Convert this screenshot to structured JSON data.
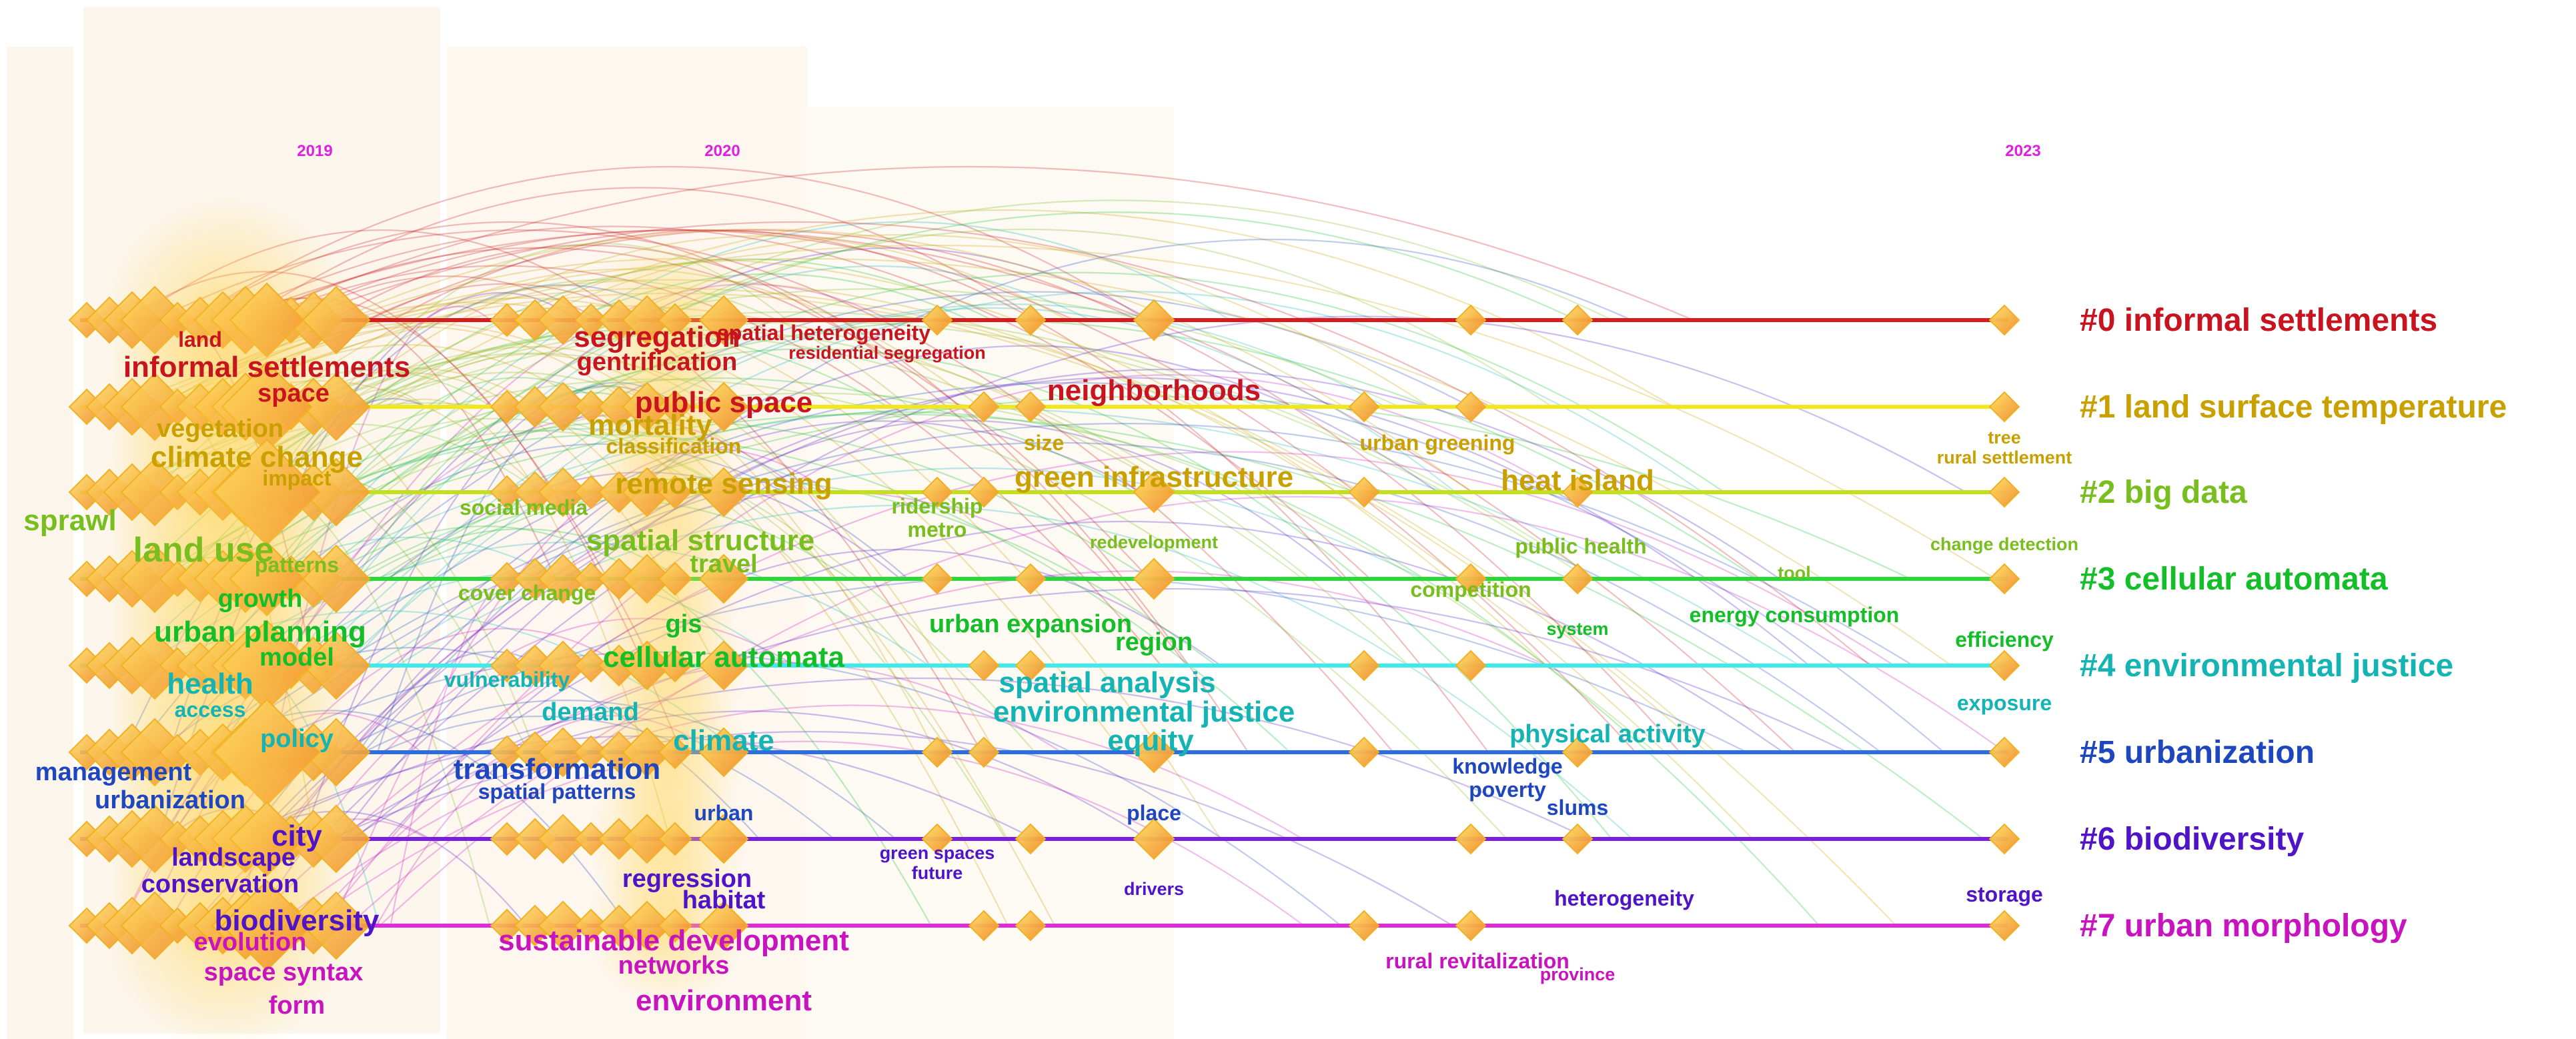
{
  "years": [
    "2019",
    "2020",
    "2023"
  ],
  "clusters": [
    {
      "id": "#0",
      "label": "informal settlements",
      "color": "#c8141e"
    },
    {
      "id": "#1",
      "label": "land surface temperature",
      "color": "#c8a000"
    },
    {
      "id": "#2",
      "label": "big data",
      "color": "#78be1e"
    },
    {
      "id": "#3",
      "label": "cellular automata",
      "color": "#14be28"
    },
    {
      "id": "#4",
      "label": "environmental justice",
      "color": "#14b4b4"
    },
    {
      "id": "#5",
      "label": "urbanization",
      "color": "#1e46be"
    },
    {
      "id": "#6",
      "label": "biodiversity",
      "color": "#5014c8"
    },
    {
      "id": "#7",
      "label": "urban morphology",
      "color": "#c814be"
    }
  ],
  "keywords": [
    {
      "text": "land",
      "color": "#c8141e",
      "size": "sm"
    },
    {
      "text": "informal settlements",
      "color": "#c8141e",
      "size": "lg"
    },
    {
      "text": "space",
      "color": "#c8141e",
      "size": "md"
    },
    {
      "text": "vegetation",
      "color": "#c8a000",
      "size": "md"
    },
    {
      "text": "climate change",
      "color": "#c8a000",
      "size": "lg"
    },
    {
      "text": "impact",
      "color": "#c8a000",
      "size": "sm"
    },
    {
      "text": "sprawl",
      "color": "#78be1e",
      "size": "lg"
    },
    {
      "text": "land use",
      "color": "#78be1e",
      "size": "xl"
    },
    {
      "text": "patterns",
      "color": "#78be1e",
      "size": "sm"
    },
    {
      "text": "growth",
      "color": "#14be28",
      "size": "md"
    },
    {
      "text": "urban planning",
      "color": "#14be28",
      "size": "lg"
    },
    {
      "text": "model",
      "color": "#14be28",
      "size": "md"
    },
    {
      "text": "health",
      "color": "#14b4b4",
      "size": "lg"
    },
    {
      "text": "access",
      "color": "#14b4b4",
      "size": "sm"
    },
    {
      "text": "policy",
      "color": "#14b4b4",
      "size": "md"
    },
    {
      "text": "management",
      "color": "#1e46be",
      "size": "md"
    },
    {
      "text": "urbanization",
      "color": "#1e46be",
      "size": "md"
    },
    {
      "text": "city",
      "color": "#5014c8",
      "size": "lg"
    },
    {
      "text": "landscape",
      "color": "#5014c8",
      "size": "md"
    },
    {
      "text": "conservation",
      "color": "#5014c8",
      "size": "md"
    },
    {
      "text": "biodiversity",
      "color": "#5014c8",
      "size": "lg"
    },
    {
      "text": "evolution",
      "color": "#c814be",
      "size": "md"
    },
    {
      "text": "space syntax",
      "color": "#c814be",
      "size": "md"
    },
    {
      "text": "form",
      "color": "#c814be",
      "size": "md"
    },
    {
      "text": "segregation",
      "color": "#c8141e",
      "size": "lg"
    },
    {
      "text": "gentrification",
      "color": "#c8141e",
      "size": "md"
    },
    {
      "text": "spatial heterogeneity",
      "color": "#c8141e",
      "size": "sm"
    },
    {
      "text": "residential segregation",
      "color": "#c8141e",
      "size": "xs"
    },
    {
      "text": "public space",
      "color": "#c8141e",
      "size": "lg"
    },
    {
      "text": "mortality",
      "color": "#c8a000",
      "size": "lg"
    },
    {
      "text": "classification",
      "color": "#c8a000",
      "size": "sm"
    },
    {
      "text": "neighborhoods",
      "color": "#c8141e",
      "size": "lg"
    },
    {
      "text": "size",
      "color": "#c8a000",
      "size": "sm"
    },
    {
      "text": "urban greening",
      "color": "#c8a000",
      "size": "sm"
    },
    {
      "text": "tree",
      "color": "#c8a000",
      "size": "xs"
    },
    {
      "text": "rural settlement",
      "color": "#c8a000",
      "size": "xs"
    },
    {
      "text": "remote sensing",
      "color": "#c8a000",
      "size": "lg"
    },
    {
      "text": "social media",
      "color": "#78be1e",
      "size": "sm"
    },
    {
      "text": "ridership",
      "color": "#78be1e",
      "size": "sm"
    },
    {
      "text": "metro",
      "color": "#78be1e",
      "size": "sm"
    },
    {
      "text": "green infrastructure",
      "color": "#c8a000",
      "size": "lg"
    },
    {
      "text": "heat island",
      "color": "#c8a000",
      "size": "lg"
    },
    {
      "text": "spatial structure",
      "color": "#78be1e",
      "size": "lg"
    },
    {
      "text": "travel",
      "color": "#78be1e",
      "size": "md"
    },
    {
      "text": "cover change",
      "color": "#78be1e",
      "size": "sm"
    },
    {
      "text": "redevelopment",
      "color": "#78be1e",
      "size": "xs"
    },
    {
      "text": "public health",
      "color": "#78be1e",
      "size": "sm"
    },
    {
      "text": "competition",
      "color": "#78be1e",
      "size": "sm"
    },
    {
      "text": "tool",
      "color": "#78be1e",
      "size": "xs"
    },
    {
      "text": "energy consumption",
      "color": "#14be28",
      "size": "sm"
    },
    {
      "text": "change detection",
      "color": "#78be1e",
      "size": "xs"
    },
    {
      "text": "gis",
      "color": "#14be28",
      "size": "md"
    },
    {
      "text": "cellular automata",
      "color": "#14be28",
      "size": "lg"
    },
    {
      "text": "urban expansion",
      "color": "#14be28",
      "size": "md"
    },
    {
      "text": "region",
      "color": "#14be28",
      "size": "md"
    },
    {
      "text": "system",
      "color": "#14be28",
      "size": "xs"
    },
    {
      "text": "efficiency",
      "color": "#14be28",
      "size": "sm"
    },
    {
      "text": "vulnerability",
      "color": "#14b4b4",
      "size": "sm"
    },
    {
      "text": "demand",
      "color": "#14b4b4",
      "size": "md"
    },
    {
      "text": "spatial analysis",
      "color": "#14b4b4",
      "size": "lg"
    },
    {
      "text": "environmental justice",
      "color": "#14b4b4",
      "size": "lg"
    },
    {
      "text": "exposure",
      "color": "#14b4b4",
      "size": "sm"
    },
    {
      "text": "transformation",
      "color": "#1e46be",
      "size": "lg"
    },
    {
      "text": "climate",
      "color": "#14b4b4",
      "size": "lg"
    },
    {
      "text": "equity",
      "color": "#14b4b4",
      "size": "lg"
    },
    {
      "text": "physical activity",
      "color": "#14b4b4",
      "size": "md"
    },
    {
      "text": "knowledge",
      "color": "#1e46be",
      "size": "sm"
    },
    {
      "text": "poverty",
      "color": "#1e46be",
      "size": "sm"
    },
    {
      "text": "spatial patterns",
      "color": "#1e46be",
      "size": "sm"
    },
    {
      "text": "urban",
      "color": "#1e46be",
      "size": "sm"
    },
    {
      "text": "place",
      "color": "#1e46be",
      "size": "sm"
    },
    {
      "text": "slums",
      "color": "#1e46be",
      "size": "sm"
    },
    {
      "text": "green spaces",
      "color": "#5014c8",
      "size": "xs"
    },
    {
      "text": "future",
      "color": "#5014c8",
      "size": "xs"
    },
    {
      "text": "regression",
      "color": "#5014c8",
      "size": "md"
    },
    {
      "text": "habitat",
      "color": "#5014c8",
      "size": "md"
    },
    {
      "text": "drivers",
      "color": "#5014c8",
      "size": "xs"
    },
    {
      "text": "heterogeneity",
      "color": "#5014c8",
      "size": "sm"
    },
    {
      "text": "storage",
      "color": "#5014c8",
      "size": "sm"
    },
    {
      "text": "sustainable development",
      "color": "#c814be",
      "size": "lg"
    },
    {
      "text": "networks",
      "color": "#c814be",
      "size": "md"
    },
    {
      "text": "environment",
      "color": "#c814be",
      "size": "lg"
    },
    {
      "text": "rural revitalization",
      "color": "#c814be",
      "size": "sm"
    },
    {
      "text": "province",
      "color": "#c814be",
      "size": "xs"
    }
  ]
}
